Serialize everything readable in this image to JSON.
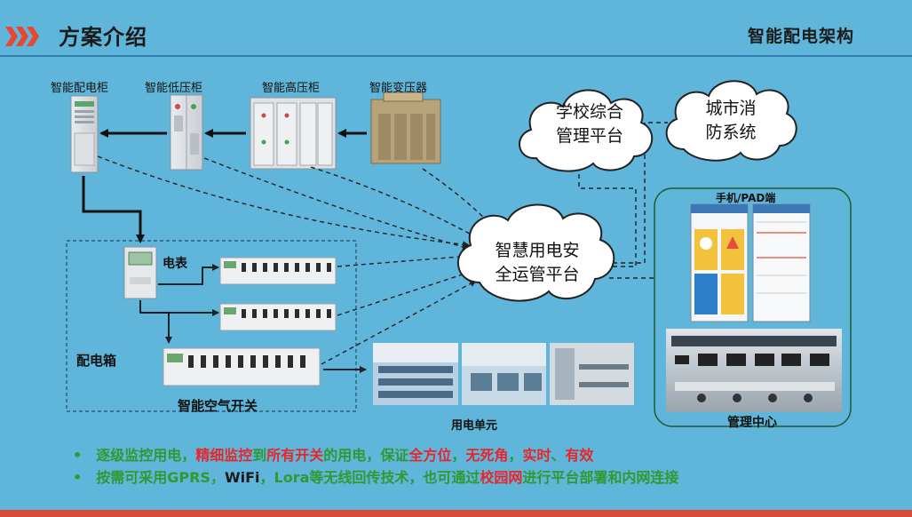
{
  "header": {
    "title": "方案介绍",
    "subtitle": "智能配电架构"
  },
  "devices": {
    "distribution_cabinet": "智能配电柜",
    "low_voltage_cabinet": "智能低压柜",
    "high_voltage_cabinet": "智能高压柜",
    "transformer": "智能变压器"
  },
  "clouds": {
    "school": [
      "学校综合",
      "管理平台"
    ],
    "fire": [
      "城市消",
      "防系统"
    ],
    "platform": [
      "智慧用电安",
      "全运管平台"
    ]
  },
  "box_labels": {
    "meter": "电表",
    "distribution_box": "配电箱",
    "air_switch": "智能空气开关",
    "power_unit": "用电单元",
    "mobile": "手机/PAD端",
    "management_center": "管理中心"
  },
  "bullets": [
    [
      {
        "text": "逐级监控用电，",
        "color": "green"
      },
      {
        "text": "精细监控",
        "color": "red"
      },
      {
        "text": "到",
        "color": "green"
      },
      {
        "text": "所有开关",
        "color": "red"
      },
      {
        "text": "的用电，保证",
        "color": "green"
      },
      {
        "text": "全方位",
        "color": "red"
      },
      {
        "text": "，",
        "color": "green"
      },
      {
        "text": "无死角",
        "color": "red"
      },
      {
        "text": "，",
        "color": "green"
      },
      {
        "text": "实时",
        "color": "red"
      },
      {
        "text": "、",
        "color": "green"
      },
      {
        "text": "有效",
        "color": "red"
      }
    ],
    [
      {
        "text": "按需可采用GPRS，",
        "color": "green"
      },
      {
        "text": "WiFi",
        "color": "dark"
      },
      {
        "text": "，Lora等无线回传技术，也可通过",
        "color": "green"
      },
      {
        "text": "校园网",
        "color": "red"
      },
      {
        "text": "进行平台部署和内网连接",
        "color": "green"
      }
    ]
  ],
  "bullet_marker": "•",
  "colors": {
    "background": "#5fb6da",
    "accent_red": "#e8262a",
    "text_green": "#2e9a30",
    "chevron": "#e8462f"
  }
}
